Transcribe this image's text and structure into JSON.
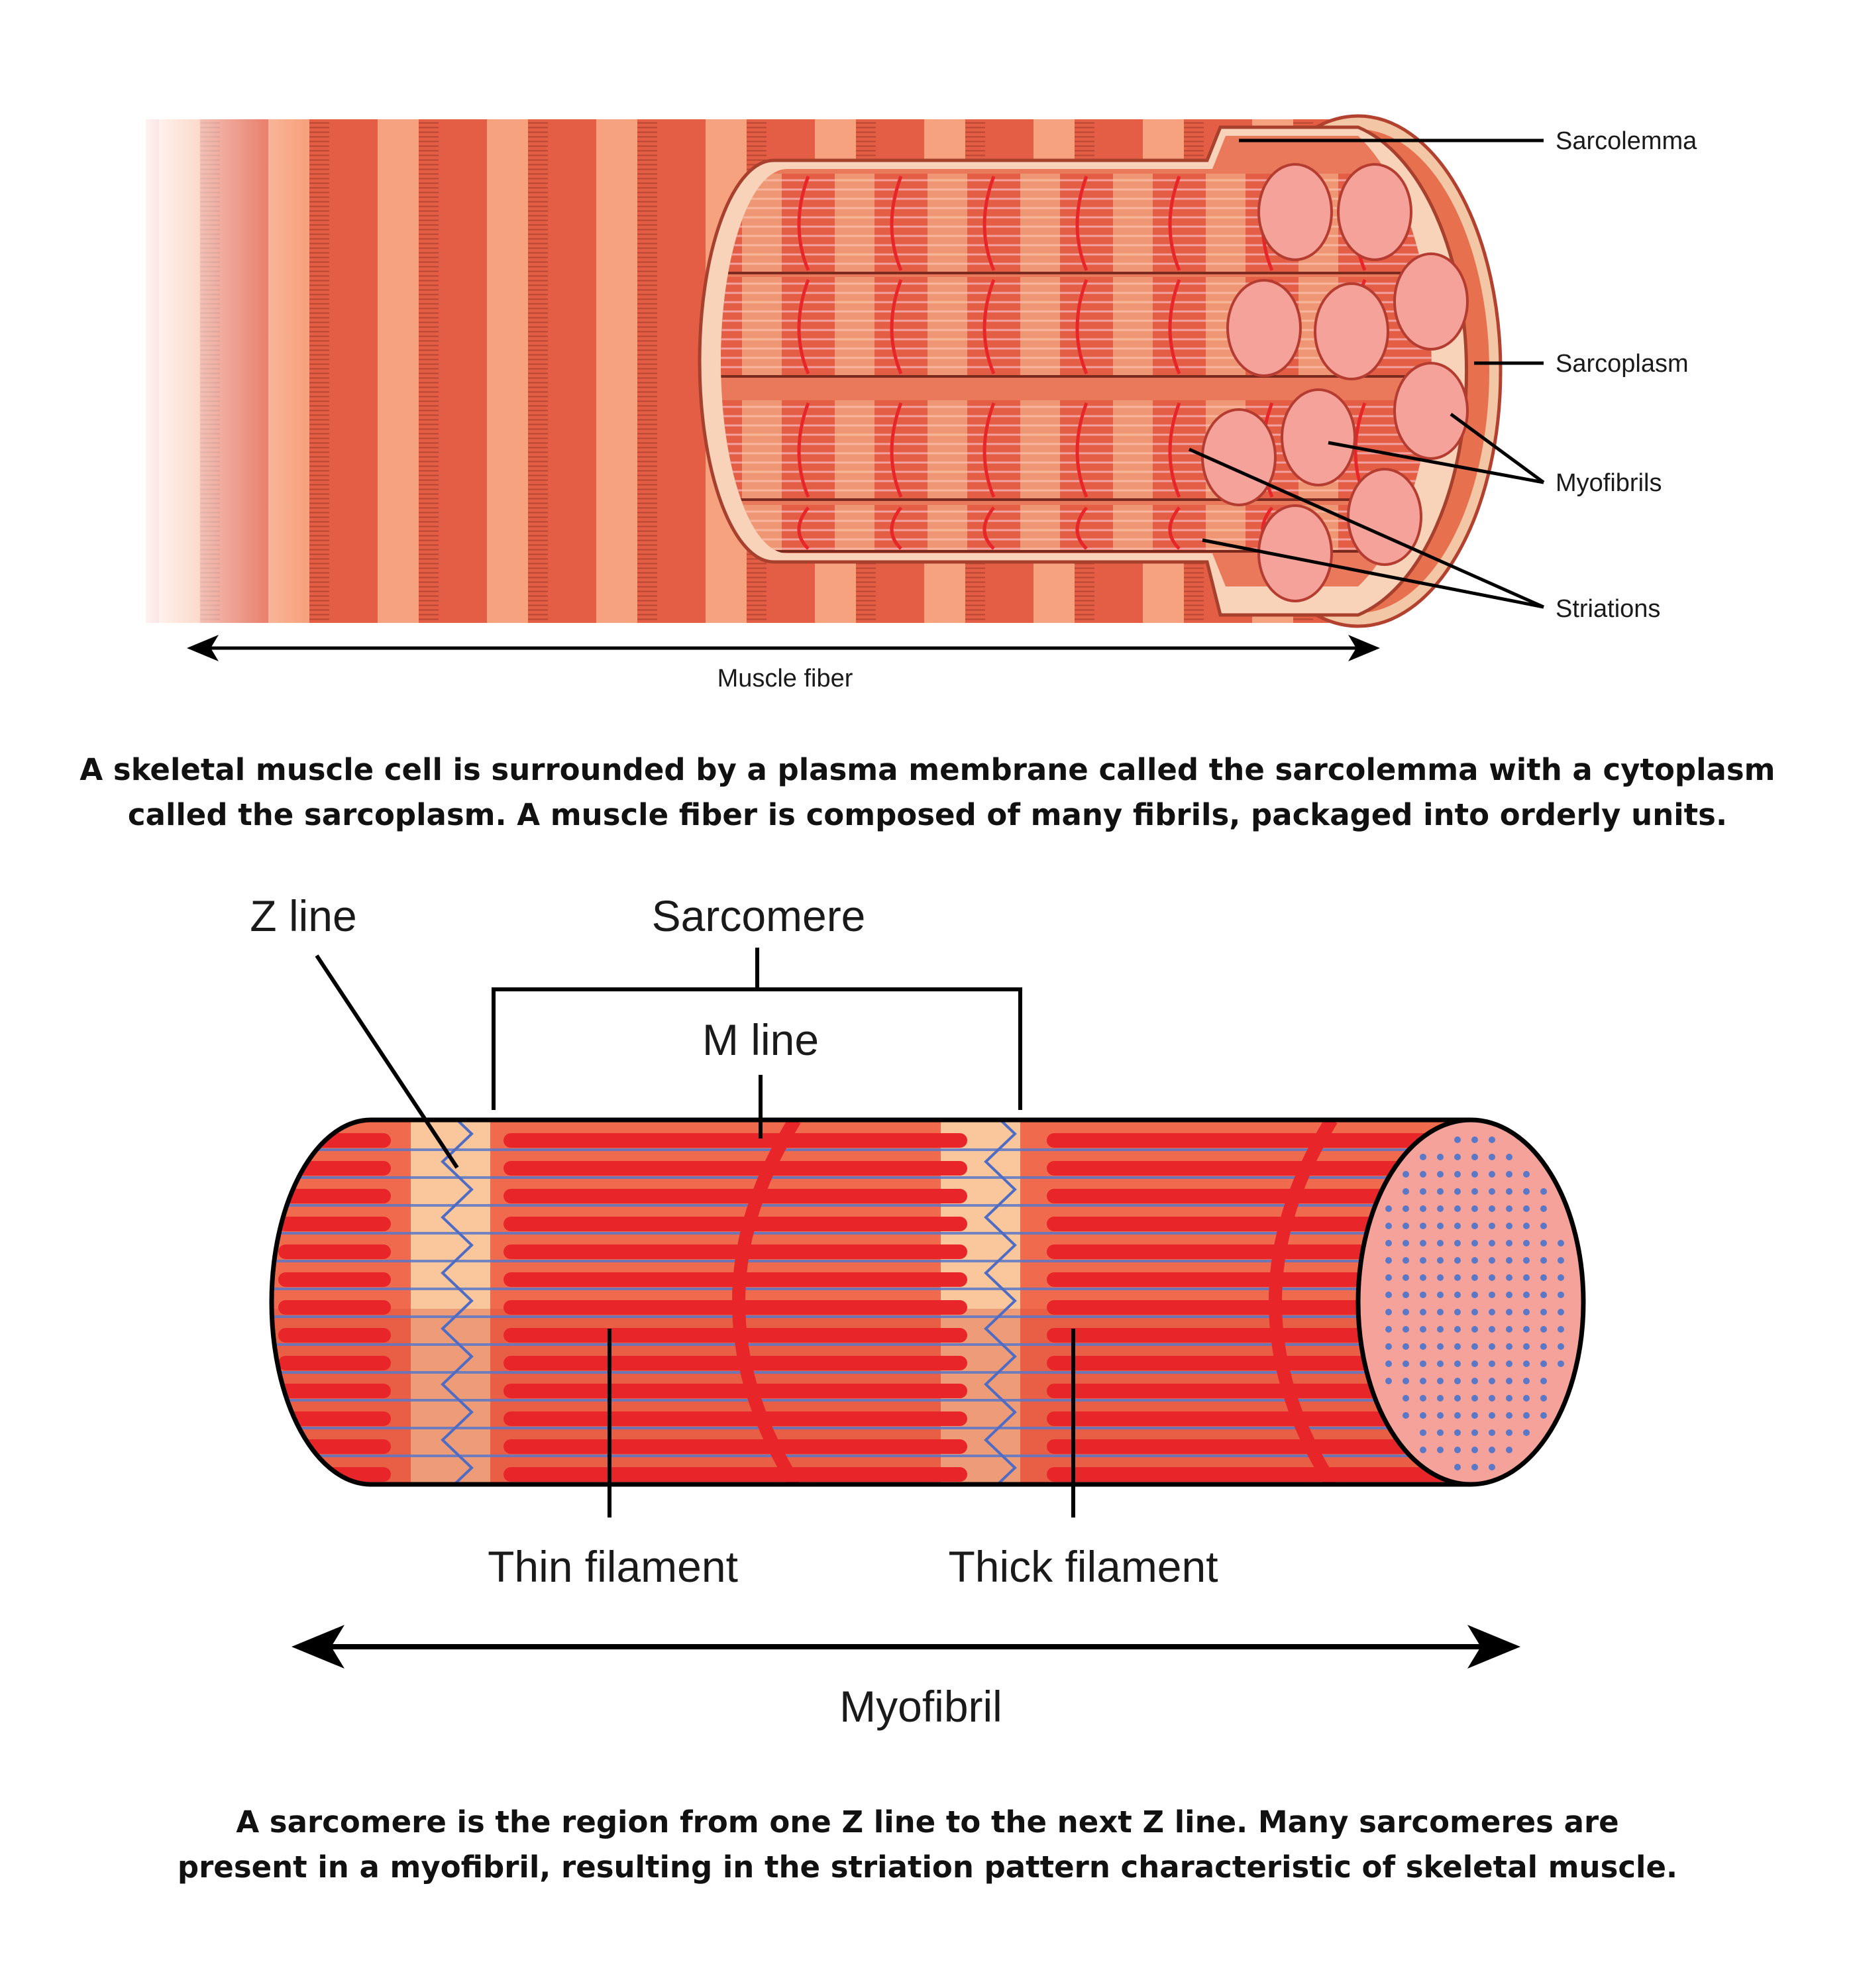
{
  "figure1": {
    "labels": {
      "sarcolemma": "Sarcolemma",
      "sarcoplasm": "Sarcoplasm",
      "myofibrils": "Myofibrils",
      "striations": "Striations",
      "muscle_fiber": "Muscle fiber"
    },
    "caption_line1": "A skeletal muscle cell is surrounded by a plasma membrane called the sarcolemma with a cytoplasm",
    "caption_line2": "called the sarcoplasm. A muscle fiber is composed of many fibrils, packaged into orderly units."
  },
  "figure2": {
    "labels": {
      "z_line": "Z line",
      "sarcomere": "Sarcomere",
      "m_line": "M line",
      "thin_filament": "Thin filament",
      "thick_filament": "Thick filament",
      "myofibril": "Myofibril"
    },
    "caption_line1": "A sarcomere is the region from one Z line to the next Z line. Many sarcomeres are",
    "caption_line2": "present in a myofibril, resulting in the striation pattern characteristic of skeletal muscle."
  },
  "colors": {
    "fiber_dark": "#E35E45",
    "fiber_light": "#F7A27E",
    "membrane": "#F8D3B9",
    "thick_filament": "#E8262A",
    "thin_filament": "#5A78C8",
    "i_band": "#F9C79B",
    "myofibril_end": "#F5A29A",
    "line": "#000000"
  }
}
